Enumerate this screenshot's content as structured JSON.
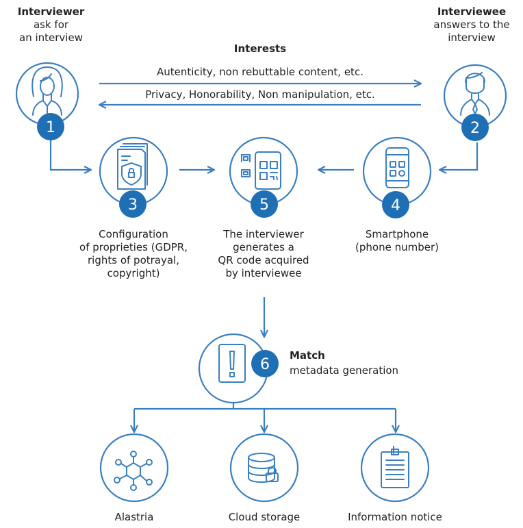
{
  "colors": {
    "accent": "#3a7fc1",
    "badge": "#1f6fb5",
    "text": "#222222"
  },
  "interviewer": {
    "title": "Interviewer",
    "line1": "ask for",
    "line2": "an interview",
    "number": "1",
    "icon": "woman-avatar-icon"
  },
  "interviewee": {
    "title": "Interviewee",
    "line1": "answers to the",
    "line2": "interview",
    "number": "2",
    "icon": "man-avatar-icon"
  },
  "interests": {
    "title": "Interests",
    "to_interviewee": "Autenticity, non rebuttable content, etc.",
    "to_interviewer": "Privacy, Honorability, Non manipulation, etc."
  },
  "steps": {
    "configuration": {
      "number": "3",
      "icon": "secure-document-icon",
      "lines": [
        "Configuration",
        "of proprieties (GDPR,",
        "rights of potrayal,",
        "copyright)"
      ]
    },
    "smartphone": {
      "number": "4",
      "icon": "smartphone-icon",
      "lines": [
        "Smartphone",
        "(phone number)"
      ]
    },
    "qr_code": {
      "number": "5",
      "icon": "qr-code-icon",
      "lines": [
        "The interviewer",
        "generates a",
        "QR code acquired",
        "by interviewee"
      ]
    },
    "match": {
      "number": "6",
      "icon": "exclamation-icon",
      "title": "Match",
      "subtitle": "metadata generation"
    }
  },
  "outputs": [
    {
      "label": "Alastria",
      "icon": "network-icon"
    },
    {
      "label": "Cloud storage",
      "icon": "database-icon"
    },
    {
      "label": "Information notice",
      "icon": "clipboard-icon"
    }
  ]
}
